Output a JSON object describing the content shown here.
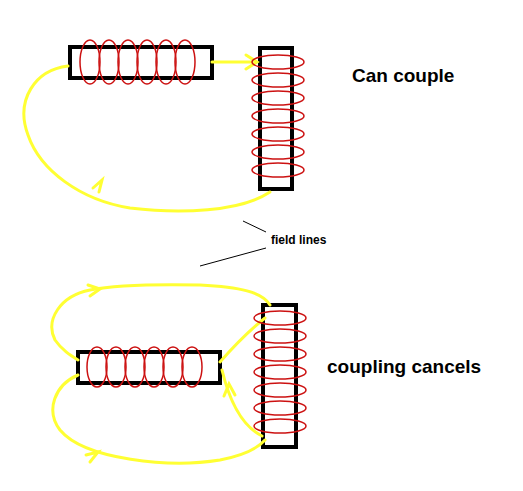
{
  "diagram": {
    "labels": [
      "Can couple",
      "field lines",
      "coupling cancels"
    ]
  }
}
